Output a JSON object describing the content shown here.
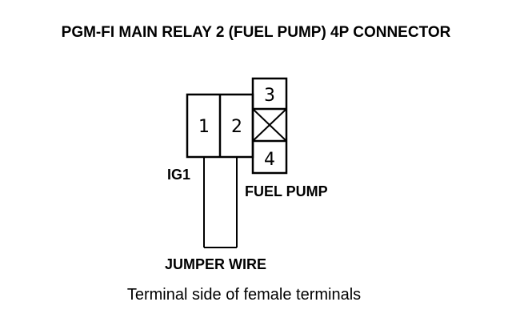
{
  "title": "PGM-FI MAIN RELAY 2 (FUEL PUMP) 4P CONNECTOR",
  "connector": {
    "terminals": [
      "1",
      "2",
      "3",
      "4"
    ]
  },
  "labels": {
    "ig1": "IG1",
    "fuel_pump": "FUEL PUMP",
    "jumper_wire": "JUMPER WIRE"
  },
  "caption": "Terminal side of female terminals"
}
